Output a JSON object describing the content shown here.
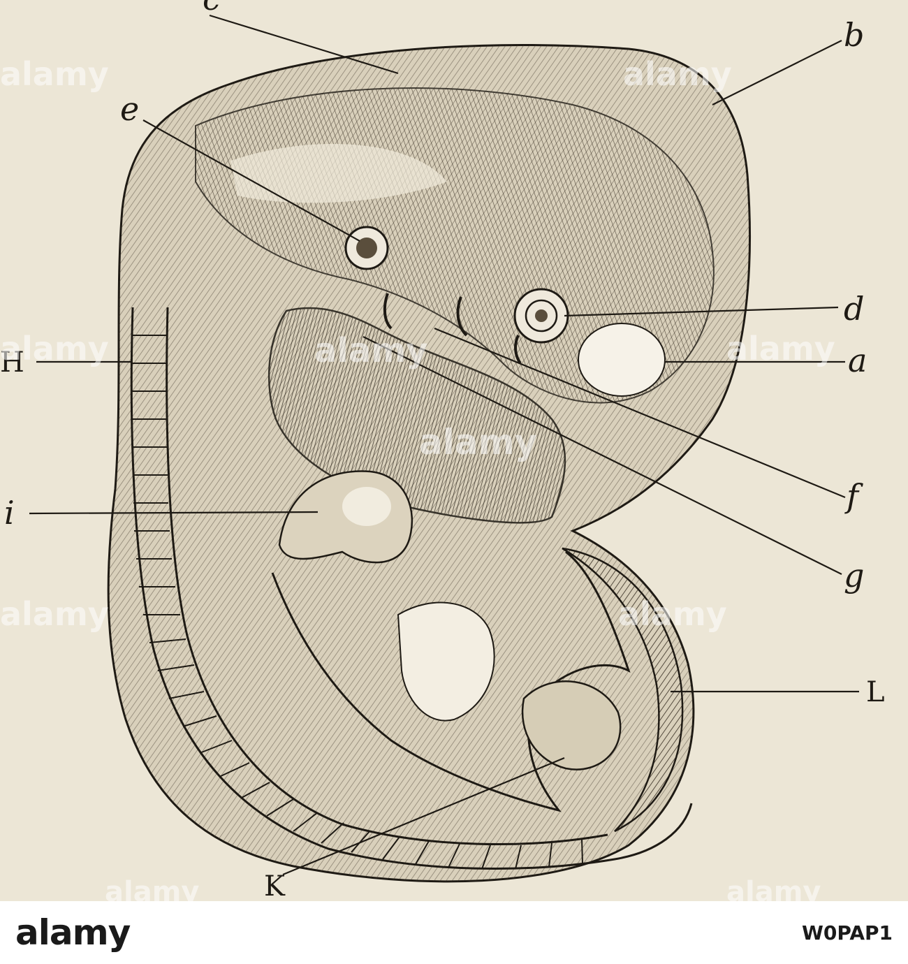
{
  "labels": {
    "c": "c",
    "b": "b",
    "e": "e",
    "d": "d",
    "a": "a",
    "H": "H",
    "i": "i",
    "f": "f",
    "g": "g",
    "L": "L",
    "K": "K"
  },
  "watermark": {
    "text": "alamy"
  },
  "footer": {
    "logo_text": "alamy",
    "image_id": "W0PAP1"
  },
  "colors": {
    "paper": "#ece6d6",
    "ink": "#1e1a14",
    "footer_bg": "#ffffff"
  }
}
